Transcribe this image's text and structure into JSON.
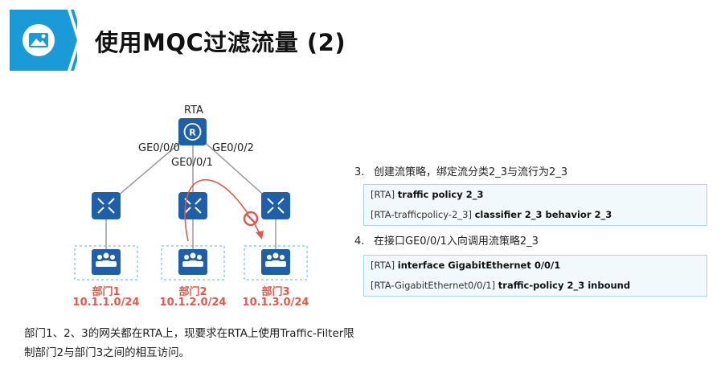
{
  "header": {
    "title": "使用MQC过滤流量 (2)",
    "accent_color": "#1a9ad6"
  },
  "diagram": {
    "router_label": "RTA",
    "ports": {
      "p0": "GE0/0/0",
      "p1": "GE0/0/1",
      "p2": "GE0/0/2"
    },
    "departments": [
      {
        "name": "部门1",
        "network": "10.1.1.0/24"
      },
      {
        "name": "部门2",
        "network": "10.1.2.0/24"
      },
      {
        "name": "部门3",
        "network": "10.1.3.0/24"
      }
    ],
    "description": "部门1、2、3的网关都在RTA上，现要求在RTA上使用Traffic-Filter限制部门2与部门3之间的相互访问。"
  },
  "steps": [
    {
      "num": "3.",
      "text": "创建流策略，绑定流分类2_3与流行为2_3",
      "lines": [
        {
          "prompt": "[RTA]",
          "cmd": "traffic policy 2_3"
        },
        {
          "prompt": "[RTA-trafficpolicy-2_3]",
          "cmd": "classifier 2_3 behavior 2_3"
        }
      ]
    },
    {
      "num": "4.",
      "text": "在接口GE0/0/1入向调用流策略2_3",
      "lines": [
        {
          "prompt": "[RTA]",
          "cmd": "interface GigabitEthernet 0/0/1"
        },
        {
          "prompt": "[RTA-GigabitEthernet0/0/1]",
          "cmd": "traffic-policy 2_3 inbound"
        }
      ]
    }
  ]
}
